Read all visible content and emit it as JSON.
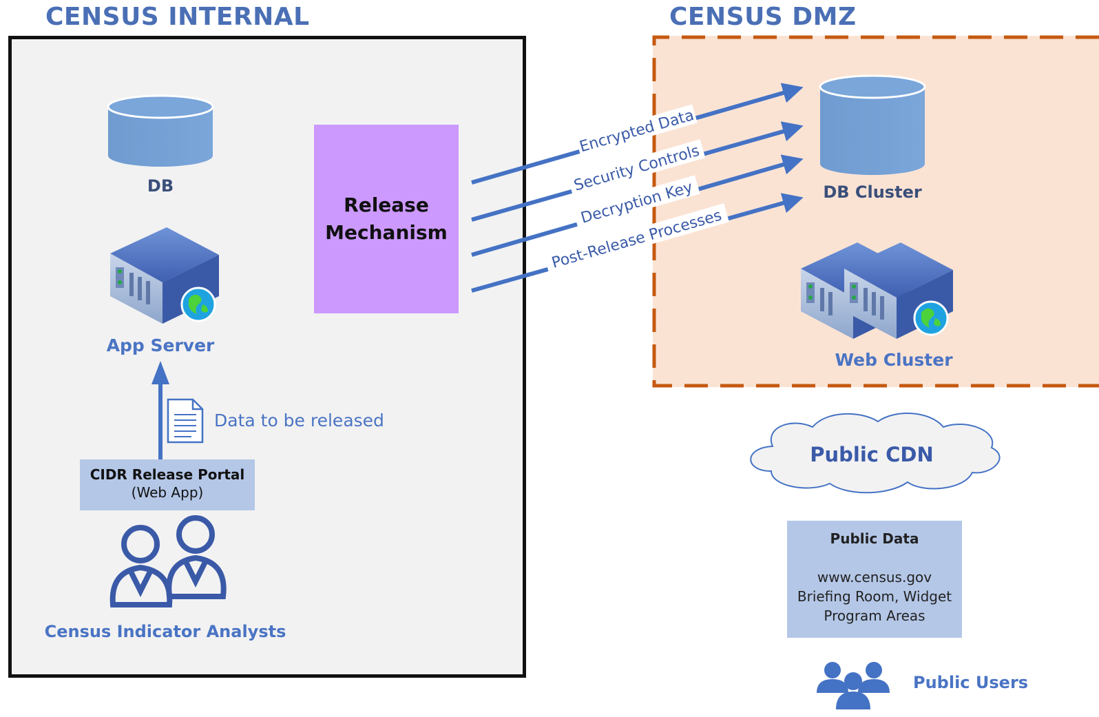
{
  "zones": {
    "internal_title": "CENSUS INTERNAL",
    "dmz_title": "CENSUS DMZ"
  },
  "internal": {
    "db_label": "DB",
    "app_server_label": "App Server",
    "release_mechanism": [
      "Release",
      "Mechanism"
    ],
    "data_doc_label": "Data to be released",
    "portal_title": "CIDR Release Portal",
    "portal_subtitle": "(Web App)",
    "analysts_label": "Census Indicator Analysts"
  },
  "flows": [
    {
      "label": "Encrypted Data"
    },
    {
      "label": "Security Controls"
    },
    {
      "label": "Decryption Key"
    },
    {
      "label": "Post-Release Processes"
    }
  ],
  "dmz": {
    "db_cluster_label": "DB Cluster",
    "web_cluster_label": "Web Cluster"
  },
  "public": {
    "cdn_label": "Public CDN",
    "data_title": "Public Data",
    "data_lines": [
      "www.census.gov",
      "Briefing Room, Widget",
      "Program Areas"
    ],
    "users_label": "Public Users"
  },
  "colors": {
    "accent_blue": "#4472c4",
    "release_purple": "#cc99ff",
    "dmz_fill": "#fbe3d4",
    "dmz_border": "#c55a11",
    "panel_blue": "#b4c7e7"
  }
}
